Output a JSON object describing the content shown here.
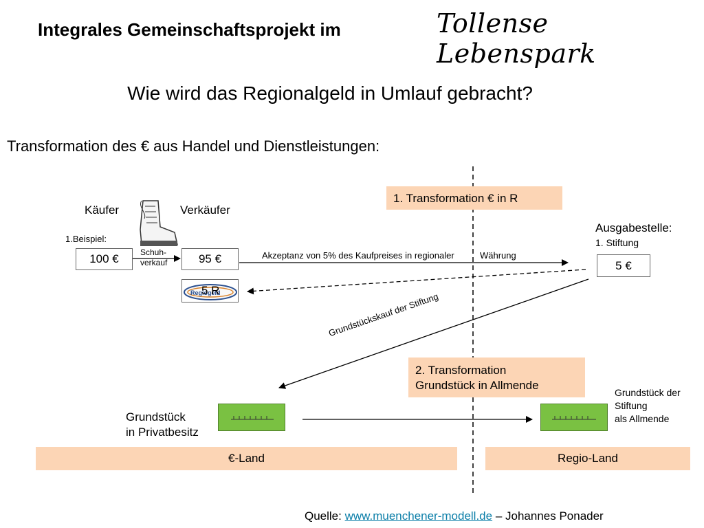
{
  "header": {
    "title": "Integrales Gemeinschaftsprojekt im",
    "script_title": "Tollense Lebenspark",
    "subtitle": "Wie wird das Regionalgeld in Umlauf gebracht?",
    "section": "Transformation des € aus Handel und Dienstleistungen:"
  },
  "diagram": {
    "buyer_label": "Käufer",
    "seller_label": "Verkäufer",
    "example_label": "1.Beispiel:",
    "buyer_amount": "100 €",
    "seller_amount": "95 €",
    "regio_amount": "5 R",
    "regio_logo_text": "Regiogeld",
    "purchase_label": "Schuh-\nverkauf",
    "acceptance_label_left": "Akzeptanz von 5% des Kaufpreises in regionaler",
    "acceptance_label_right": "Währung",
    "step1_label": "1. Transformation € in R",
    "issuer_label": "Ausgabestelle:",
    "issuer_sub": "1. Stiftung",
    "issuer_amount": "5 €",
    "land_purchase_label": "Grundstückskauf der Stiftung",
    "step2_label_line1": "2. Transformation",
    "step2_label_line2": "Grundstück in Allmende",
    "private_plot_line1": "Grundstück",
    "private_plot_line2": "in Privatbesitz",
    "foundation_plot_line1": "Grundstück der",
    "foundation_plot_line2": "Stiftung",
    "foundation_plot_line3": "als Allmende",
    "euro_land": "€-Land",
    "regio_land": "Regio-Land"
  },
  "footer": {
    "source_prefix": "Quelle: ",
    "source_link": "www.muenchener-modell.de",
    "source_suffix": " – Johannes Ponader"
  },
  "colors": {
    "orange_fill": "#fcd5b5",
    "green_fill": "#7ac142",
    "link": "#0b7ea8"
  }
}
